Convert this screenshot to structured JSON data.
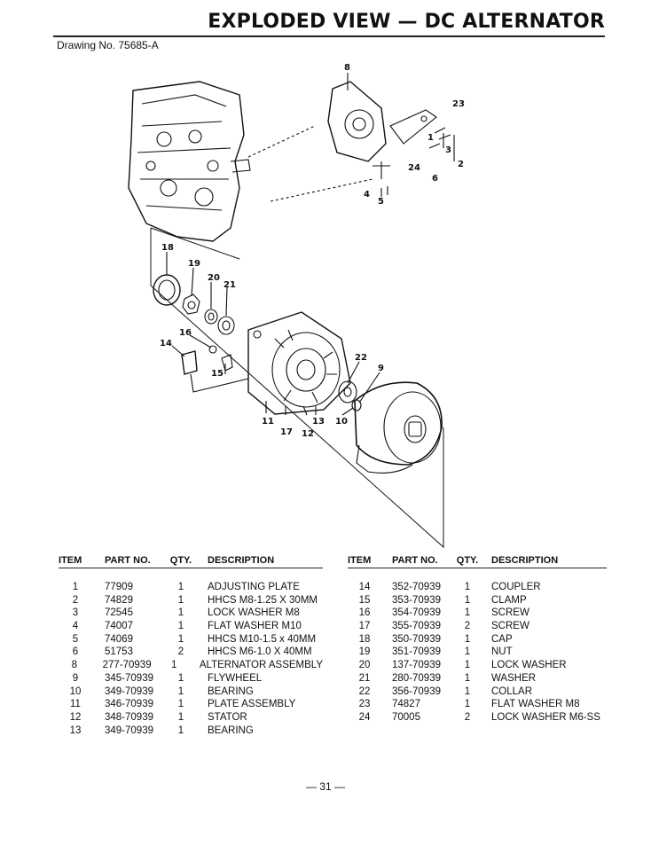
{
  "title": "EXPLODED VIEW — DC ALTERNATOR",
  "drawing_no": "Drawing No. 75685-A",
  "table": {
    "headers": {
      "item": "ITEM",
      "part_no": "PART NO.",
      "qty": "QTY.",
      "description": "DESCRIPTION"
    },
    "left_rows": [
      {
        "item": "1",
        "part_no": "77909",
        "qty": "1",
        "description": "ADJUSTING PLATE"
      },
      {
        "item": "2",
        "part_no": "74829",
        "qty": "1",
        "description": "HHCS M8-1.25 X 30MM"
      },
      {
        "item": "3",
        "part_no": "72545",
        "qty": "1",
        "description": "LOCK WASHER M8"
      },
      {
        "item": "4",
        "part_no": "74007",
        "qty": "1",
        "description": "FLAT WASHER M10"
      },
      {
        "item": "5",
        "part_no": "74069",
        "qty": "1",
        "description": "HHCS M10-1.5 x 40MM"
      },
      {
        "item": "6",
        "part_no": "51753",
        "qty": "2",
        "description": "HHCS M6-1.0 X 40MM"
      },
      {
        "item": "8",
        "part_no": "277-70939",
        "qty": "1",
        "description": "ALTERNATOR ASSEMBLY"
      },
      {
        "item": "9",
        "part_no": "345-70939",
        "qty": "1",
        "description": "FLYWHEEL"
      },
      {
        "item": "10",
        "part_no": "349-70939",
        "qty": "1",
        "description": "BEARING"
      },
      {
        "item": "11",
        "part_no": "346-70939",
        "qty": "1",
        "description": "PLATE ASSEMBLY"
      },
      {
        "item": "12",
        "part_no": "348-70939",
        "qty": "1",
        "description": "STATOR"
      },
      {
        "item": "13",
        "part_no": "349-70939",
        "qty": "1",
        "description": "BEARING"
      }
    ],
    "right_rows": [
      {
        "item": "14",
        "part_no": "352-70939",
        "qty": "1",
        "description": "COUPLER"
      },
      {
        "item": "15",
        "part_no": "353-70939",
        "qty": "1",
        "description": "CLAMP"
      },
      {
        "item": "16",
        "part_no": "354-70939",
        "qty": "1",
        "description": "SCREW"
      },
      {
        "item": "17",
        "part_no": "355-70939",
        "qty": "2",
        "description": "SCREW"
      },
      {
        "item": "18",
        "part_no": "350-70939",
        "qty": "1",
        "description": "CAP"
      },
      {
        "item": "19",
        "part_no": "351-70939",
        "qty": "1",
        "description": "NUT"
      },
      {
        "item": "20",
        "part_no": "137-70939",
        "qty": "1",
        "description": "LOCK WASHER"
      },
      {
        "item": "21",
        "part_no": "280-70939",
        "qty": "1",
        "description": "WASHER"
      },
      {
        "item": "22",
        "part_no": "356-70939",
        "qty": "1",
        "description": "COLLAR"
      },
      {
        "item": "23",
        "part_no": "74827",
        "qty": "1",
        "description": "FLAT WASHER M8"
      },
      {
        "item": "24",
        "part_no": "70005",
        "qty": "2",
        "description": "LOCK WASHER M6-SS"
      }
    ]
  },
  "callouts": [
    "8",
    "23",
    "1",
    "3",
    "2",
    "24",
    "6",
    "4",
    "5",
    "18",
    "19",
    "20",
    "21",
    "16",
    "14",
    "15",
    "22",
    "9",
    "11",
    "17",
    "12",
    "13",
    "10"
  ],
  "page_number": "— 31 —"
}
